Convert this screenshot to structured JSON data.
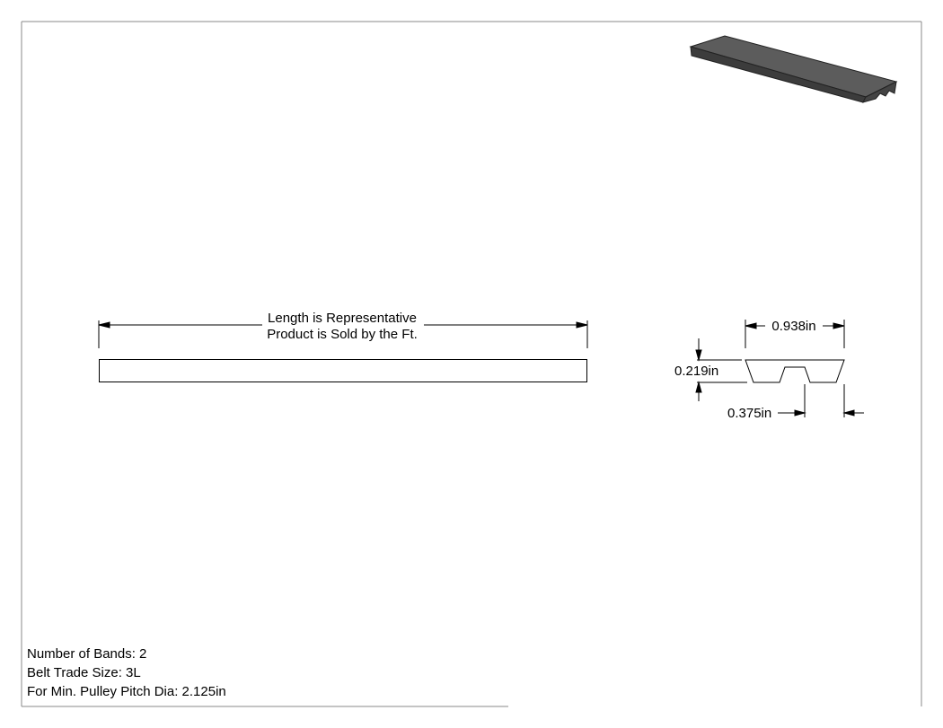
{
  "drawing": {
    "length_note_line1": "Length is Representative",
    "length_note_line2": "Product is Sold by the Ft.",
    "dim_top_width": "0.938in",
    "dim_height": "0.219in",
    "dim_bottom_spacing": "0.375in"
  },
  "specs": {
    "bands": "Number of Bands: 2",
    "trade_size": "Belt Trade Size: 3L",
    "pulley": "For Min. Pulley Pitch Dia: 2.125in"
  },
  "colors": {
    "line": "#000000",
    "frame": "#8a8a8a",
    "render_top": "#5a5a5a",
    "render_side": "#3e3e3e"
  }
}
